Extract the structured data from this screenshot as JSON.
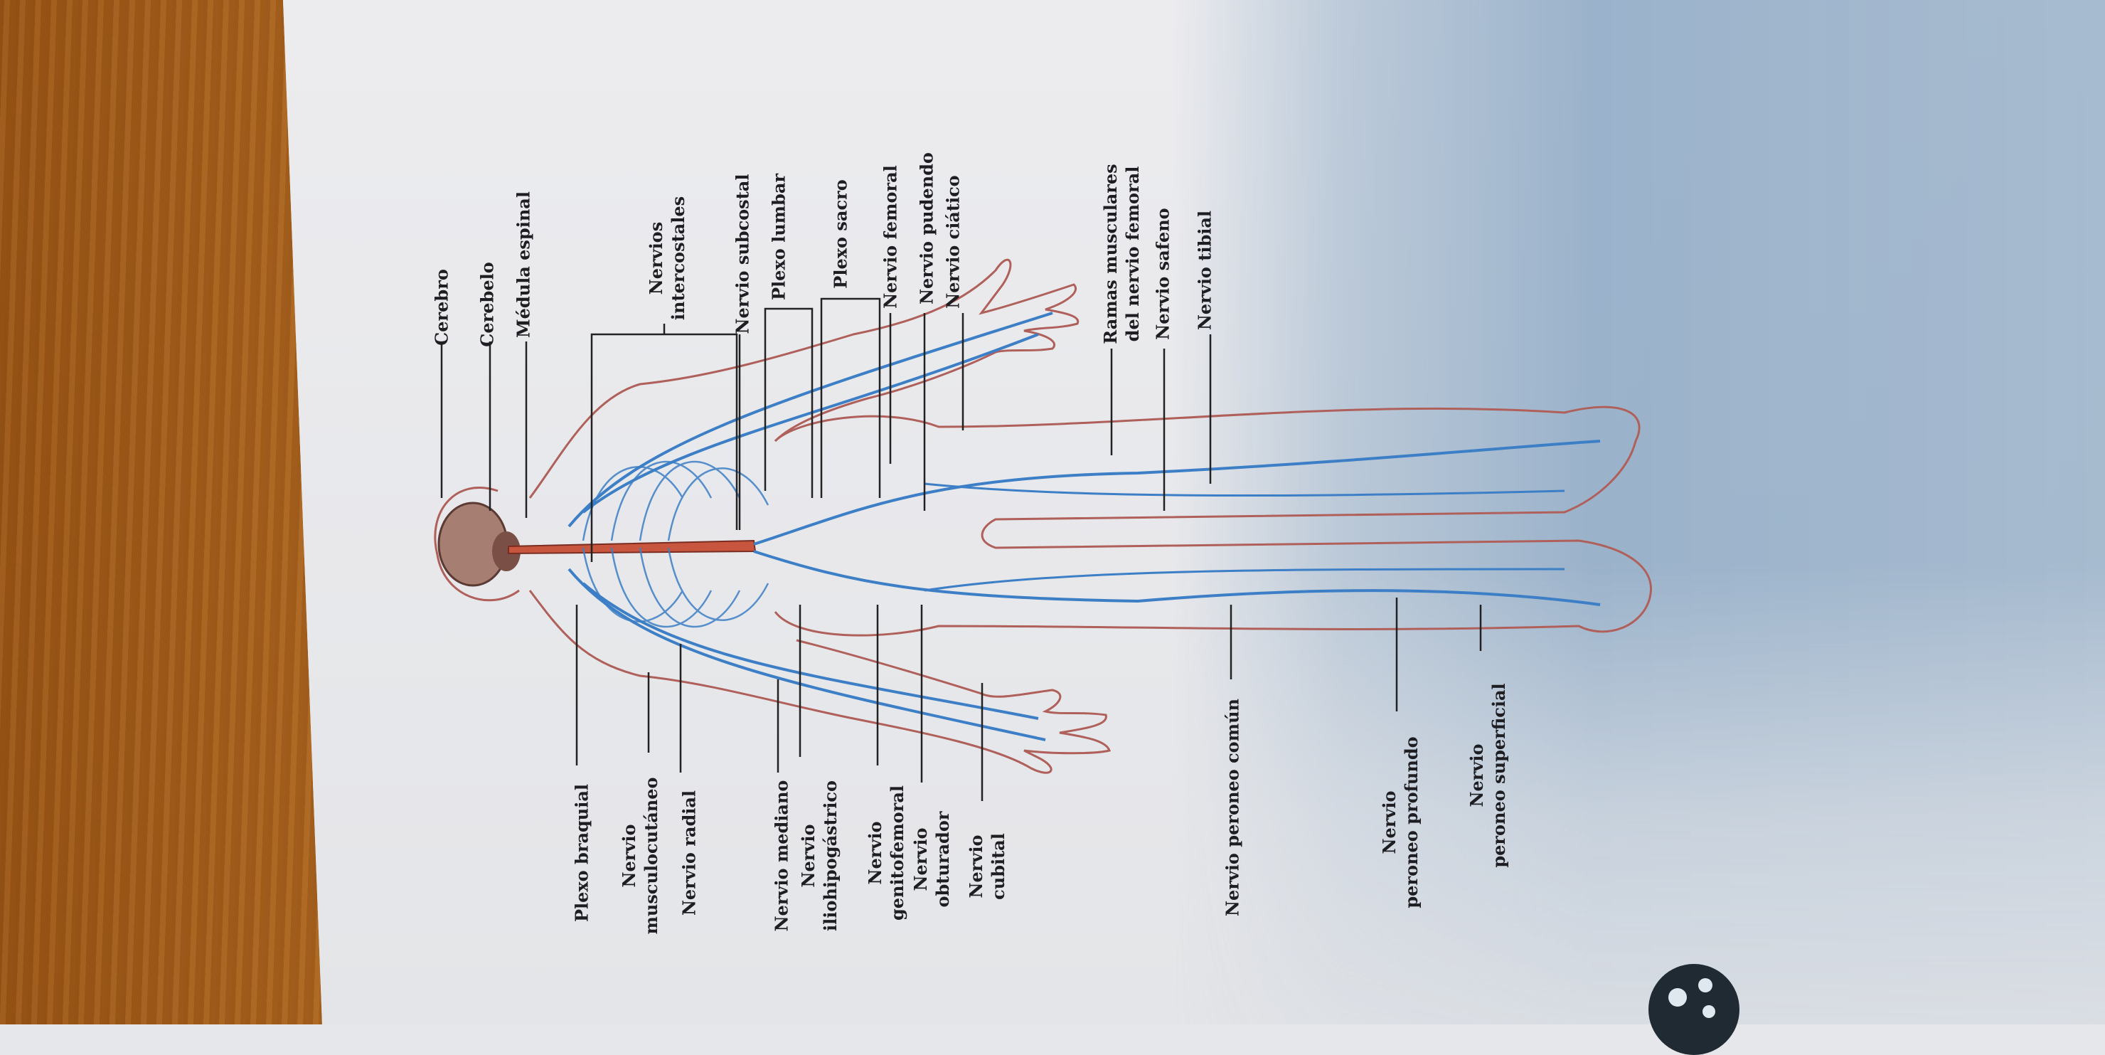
{
  "colors": {
    "outline": "#b0605a",
    "nerve": "#3d7fc6",
    "spinal_cord": "#c8553d",
    "text": "#1d1d22"
  },
  "labels_top": [
    {
      "id": "cerebro",
      "lines": [
        "Cerebro"
      ]
    },
    {
      "id": "cerebelo",
      "lines": [
        "Cerebelo"
      ]
    },
    {
      "id": "medula-espinal",
      "lines": [
        "Médula espinal"
      ]
    },
    {
      "id": "nervios-intercostales",
      "lines": [
        "Nervios",
        "intercostales"
      ]
    },
    {
      "id": "nervio-subcostal",
      "lines": [
        "Nervio subcostal"
      ]
    },
    {
      "id": "plexo-lumbar",
      "lines": [
        "Plexo lumbar"
      ]
    },
    {
      "id": "plexo-sacro",
      "lines": [
        "Plexo sacro"
      ]
    },
    {
      "id": "nervio-femoral",
      "lines": [
        "Nervio femoral"
      ]
    },
    {
      "id": "nervio-pudendo",
      "lines": [
        "Nervio pudendo"
      ]
    },
    {
      "id": "nervio-ciatico",
      "lines": [
        "Nervio ciático"
      ]
    },
    {
      "id": "ramas-musculares",
      "lines": [
        "Ramas musculares",
        "del nervio femoral"
      ]
    },
    {
      "id": "nervio-safeno",
      "lines": [
        "Nervio safeno"
      ]
    },
    {
      "id": "nervio-tibial",
      "lines": [
        "Nervio tibial"
      ]
    }
  ],
  "labels_bottom": [
    {
      "id": "plexo-braquial",
      "lines": [
        "Plexo braquial"
      ]
    },
    {
      "id": "nervio-musculocutaneo",
      "lines": [
        "Nervio",
        "musculocutáneo"
      ]
    },
    {
      "id": "nervio-radial",
      "lines": [
        "Nervio radial"
      ]
    },
    {
      "id": "nervio-mediano",
      "lines": [
        "Nervio mediano"
      ]
    },
    {
      "id": "nervio-iliohipogastrico",
      "lines": [
        "Nervio",
        "iliohipogástrico"
      ]
    },
    {
      "id": "nervio-genitofemoral",
      "lines": [
        "Nervio",
        "genitofemoral"
      ]
    },
    {
      "id": "nervio-obturador",
      "lines": [
        "Nervio",
        "obturador"
      ]
    },
    {
      "id": "nervio-cubital",
      "lines": [
        "Nervio",
        "cubital"
      ]
    },
    {
      "id": "nervio-peroneo-comun",
      "lines": [
        "Nervio peroneo común"
      ]
    },
    {
      "id": "nervio-peroneo-profundo",
      "lines": [
        "Nervio",
        "peroneo profundo"
      ]
    },
    {
      "id": "nervio-peroneo-superficial",
      "lines": [
        "Nervio",
        "peroneo superficial"
      ]
    }
  ]
}
